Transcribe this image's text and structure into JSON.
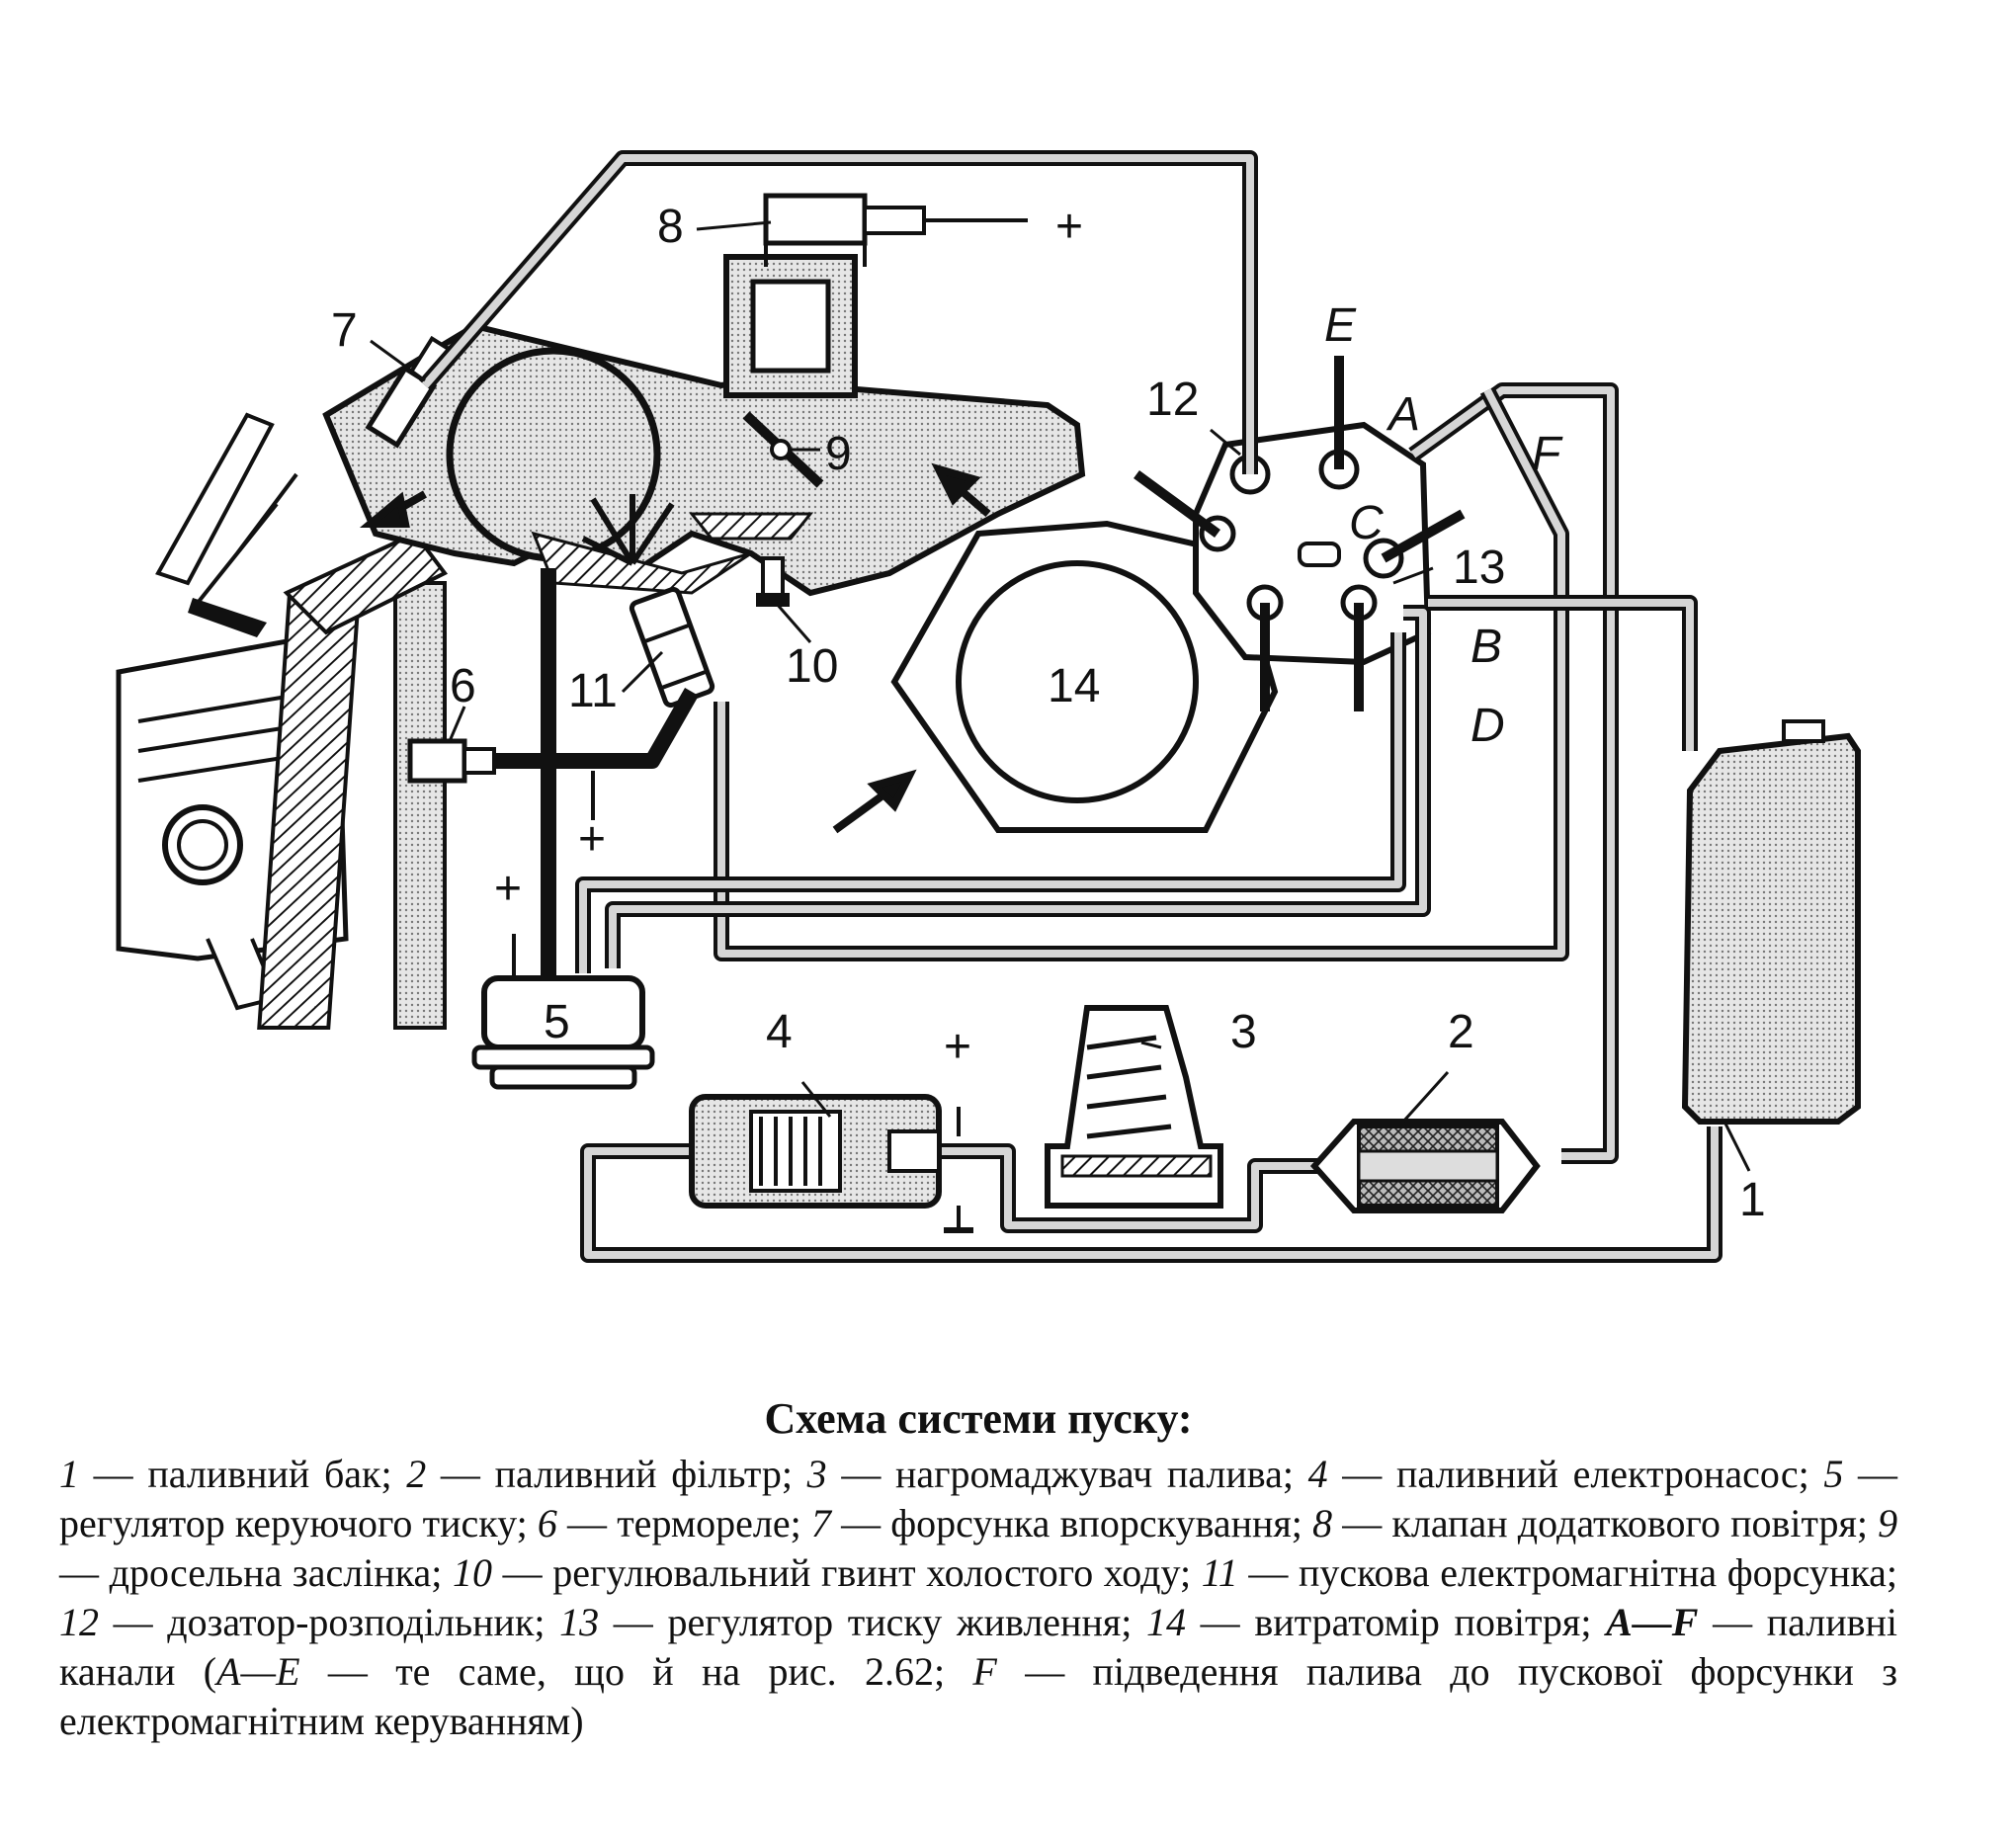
{
  "figure": {
    "labels": {
      "n1": "1",
      "n2": "2",
      "n3": "3",
      "n4": "4",
      "n5": "5",
      "n6": "6",
      "n7": "7",
      "n8": "8",
      "n9": "9",
      "n10": "10",
      "n11": "11",
      "n12": "12",
      "n13": "13",
      "n14": "14",
      "A": "A",
      "B": "B",
      "C": "C",
      "D": "D",
      "E": "E",
      "F": "F"
    },
    "polarity": {
      "plus": "+",
      "minus": "-"
    }
  },
  "caption": {
    "title": "Схема системи пуску:",
    "items": [
      {
        "num": "1",
        "text": "паливний бак;"
      },
      {
        "num": "2",
        "text": "паливний фільтр;"
      },
      {
        "num": "3",
        "text": "нагромаджувач палива;"
      },
      {
        "num": "4",
        "text": "паливний електронасос;"
      },
      {
        "num": "5",
        "text": "регулятор керуючого тиску;"
      },
      {
        "num": "6",
        "text": "термореле;"
      },
      {
        "num": "7",
        "text": "форсунка впорскування;"
      },
      {
        "num": "8",
        "text": "клапан додаткового повітря;"
      },
      {
        "num": "9",
        "text": "дросельна заслінка;"
      },
      {
        "num": "10",
        "text": "регулювальний гвинт холостого ходу;"
      },
      {
        "num": "11",
        "text": "пускова електромагнітна форсунка;"
      },
      {
        "num": "12",
        "text": "дозатор-розподільник;"
      },
      {
        "num": "13",
        "text": "регулятор тиску живлення;"
      },
      {
        "num": "14",
        "text": "витратомір повітря;"
      }
    ],
    "channels_range": "A—F",
    "channels_text": "паливні канали (",
    "channels_sub_range": "A—E",
    "channels_sub_text": "те саме, що й на рис. 2.62;",
    "channel_f": "F",
    "channel_f_text": "підведення палива до пускової форсунки з електромагнітним керуванням)",
    "dash": "—"
  }
}
